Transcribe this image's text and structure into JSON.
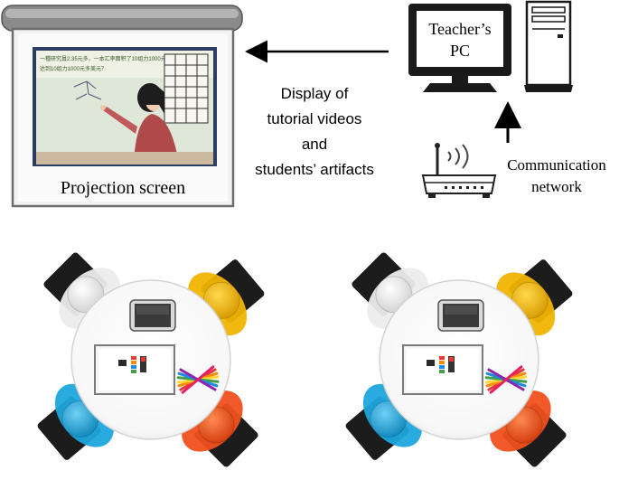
{
  "projection": {
    "caption": "Projection screen",
    "slide_text_line1": "一種研究員2.35元多，一本汇率面积了10组力1000元",
    "slide_text_line2": "达到10组力1000元多美元？"
  },
  "teacher_pc": {
    "label_line1": "Teacher’s",
    "label_line2": "PC"
  },
  "display_label": {
    "line1": "Display of",
    "line2": "tutorial videos",
    "line3": "and",
    "line4": "students’ artifacts"
  },
  "network": {
    "label_line1": "Communication",
    "label_line2": "network"
  },
  "colors": {
    "student_white": "#ececec",
    "student_yellow": "#f0b400",
    "student_blue": "#1ea7de",
    "student_red": "#f0501e",
    "chair": "#1c1c1c",
    "screen_frame": "#8a8a8a"
  },
  "groups": [
    {
      "name": "group-left",
      "students": [
        "white",
        "yellow",
        "blue",
        "red"
      ]
    },
    {
      "name": "group-right",
      "students": [
        "white",
        "yellow",
        "blue",
        "red"
      ]
    }
  ]
}
